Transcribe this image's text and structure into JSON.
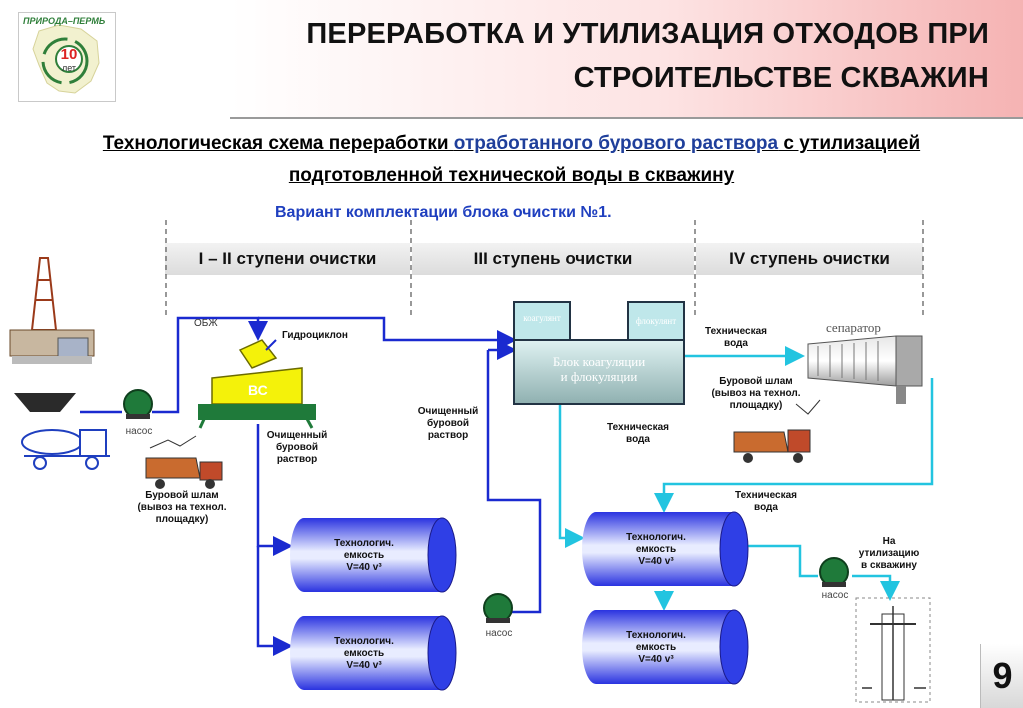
{
  "header": {
    "logo_text": "ПРИРОДА–ПЕРМЬ",
    "logo_badge_number": "10",
    "logo_badge_unit": "лет",
    "title_line1": "ПЕРЕРАБОТКА И УТИЛИЗАЦИЯ ОТХОДОВ ПРИ",
    "title_line2": "СТРОИТЕЛЬСТВЕ СКВАЖИН"
  },
  "subtitle": {
    "part1": "Технологическая схема переработки ",
    "highlight": "отработанного бурового раствора",
    "part2": " с утилизацией",
    "line2": "подготовленной технической воды в скважину"
  },
  "variant": "Вариант комплектации блока очистки №1.",
  "stages": [
    "I – II ступени очистки",
    "III ступень очистки",
    "IV ступень очистки"
  ],
  "labels": {
    "obj": "ОБЖ",
    "hydrocyclone": "Гидроциклон",
    "vs": "ВС",
    "pump": "насос",
    "cleaned_mud": [
      "Очищенный",
      "буровой",
      "раствор"
    ],
    "drill_cuttings": [
      "Буровой шлам",
      "(вывоз на технол.",
      "площадку)"
    ],
    "coagulant": "коагулянт",
    "flocculant": "флокулянт",
    "coag_block": [
      "Блок коагуляции",
      "и флокуляции"
    ],
    "cleaned_mud_2": [
      "Очищенный",
      "буровой",
      "раствор"
    ],
    "tech_water_1": [
      "Техническая",
      "вода"
    ],
    "tech_water_2": [
      "Техническая",
      "вода"
    ],
    "tech_water_3": [
      "Техническая",
      "вода"
    ],
    "separator": "сепаратор",
    "drill_cuttings_2": [
      "Буровой шлам",
      "(вывоз на технол.",
      "площадку)"
    ],
    "to_well": [
      "На",
      "утилизацию",
      "в скважину"
    ]
  },
  "tanks": [
    {
      "line1": "Технологич.",
      "line2": "емкость",
      "line3": "V=40 v³"
    },
    {
      "line1": "Технологич.",
      "line2": "емкость",
      "line3": "V=40 v³"
    },
    {
      "line1": "Технологич.",
      "line2": "емкость",
      "line3": "V=40 v³"
    },
    {
      "line1": "Технологич.",
      "line2": "емкость",
      "line3": "V=40 v³"
    }
  ],
  "page_number": "9",
  "colors": {
    "mud_line": "#1a2ad0",
    "water_line": "#22c4e0",
    "tank": "#2f3fe6",
    "equipment_yellow": "#f4f20a",
    "pump_green": "#1f7a3a"
  }
}
